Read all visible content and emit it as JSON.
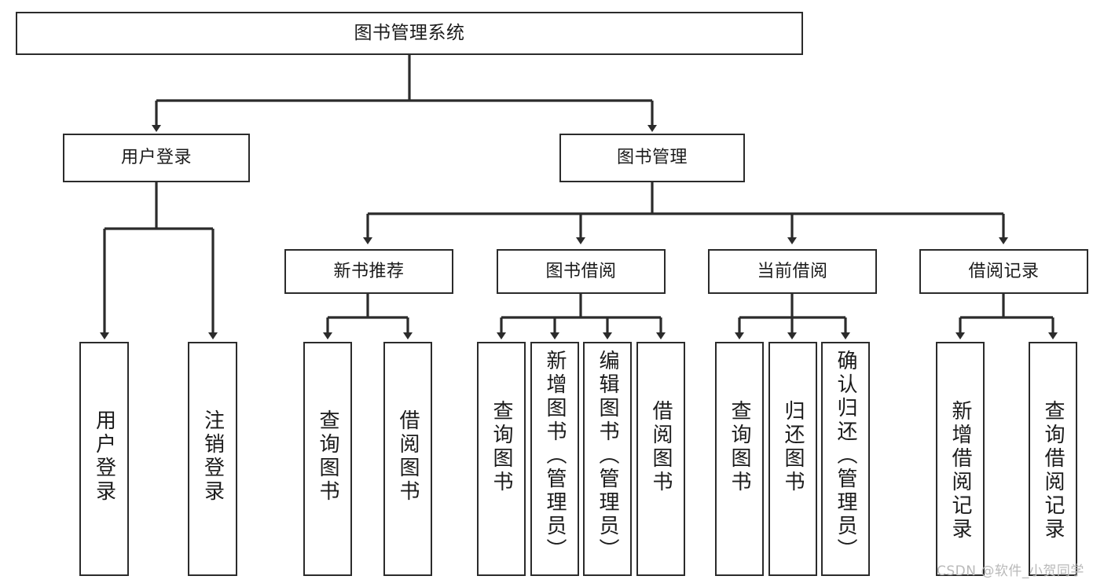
{
  "diagram": {
    "title": "图书管理系统",
    "root": {
      "label": "图书管理系统"
    },
    "level2": [
      {
        "label": "用户登录"
      },
      {
        "label": "图书管理"
      }
    ],
    "level3": [
      {
        "label": "新书推荐"
      },
      {
        "label": "图书借阅"
      },
      {
        "label": "当前借阅"
      },
      {
        "label": "借阅记录"
      }
    ],
    "leaves": {
      "user_login": [
        {
          "label": "用户登录"
        },
        {
          "label": "注销登录"
        }
      ],
      "new_book": [
        {
          "label": "查询图书"
        },
        {
          "label": "借阅图书"
        }
      ],
      "book_borrow": [
        {
          "label": "查询图书"
        },
        {
          "label": "新增图书（管理员）"
        },
        {
          "label": "编辑图书（管理员）"
        },
        {
          "label": "借阅图书"
        }
      ],
      "current_borrow": [
        {
          "label": "查询图书"
        },
        {
          "label": "归还图书"
        },
        {
          "label": "确认归还（管理员）"
        }
      ],
      "borrow_record": [
        {
          "label": "新增借阅记录"
        },
        {
          "label": "查询借阅记录"
        }
      ]
    }
  },
  "watermark": {
    "text": "CSDN @软件_小贺同学"
  },
  "colors": {
    "stroke": "#2b2b2b",
    "fill": "#ffffff",
    "text": "#1b1b1b",
    "watermark": "#b9b9b9"
  }
}
